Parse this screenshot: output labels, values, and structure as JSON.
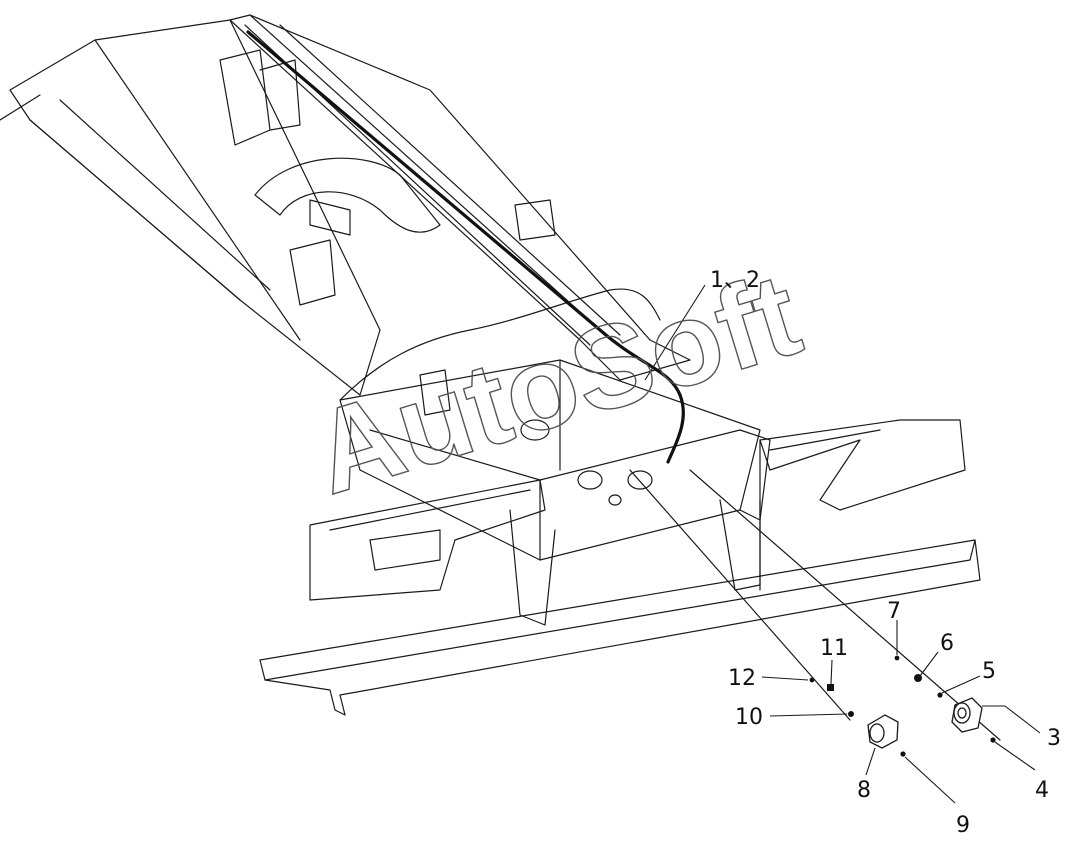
{
  "watermark": "AutoSoft",
  "callouts": {
    "c1_2": "1、2",
    "c3": "3",
    "c4": "4",
    "c5": "5",
    "c6": "6",
    "c7": "7",
    "c8": "8",
    "c9": "9",
    "c10": "10",
    "c11": "11",
    "c12": "12"
  },
  "colors": {
    "line": "#1a1a1a",
    "paper": "#ffffff"
  }
}
